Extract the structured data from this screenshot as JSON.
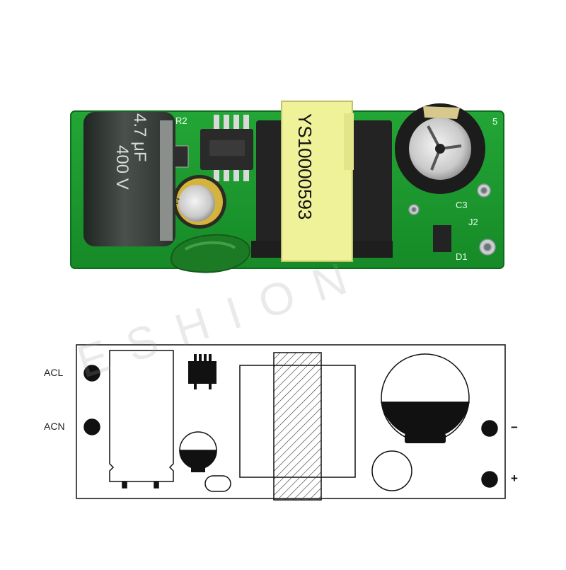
{
  "photo": {
    "transformer_label": "YS10000593",
    "big_cap_capacity": "4.7 μF",
    "big_cap_voltage": "400 V",
    "small_cap_brand": "LUXAN",
    "silkscreen": {
      "r2": "R2",
      "c3": "C3",
      "j2": "J2",
      "d1": "D1",
      "c5": "5"
    }
  },
  "diagram": {
    "acl_label": "ACL",
    "acn_label": "ACN",
    "minus_label": "−",
    "plus_label": "+"
  },
  "watermark": "ESHION",
  "colors": {
    "pcb_green": "#1e9a2e",
    "transformer_yellow": "#f0f29a",
    "capacitor_dark": "#2b302c",
    "outline": "#111111"
  }
}
